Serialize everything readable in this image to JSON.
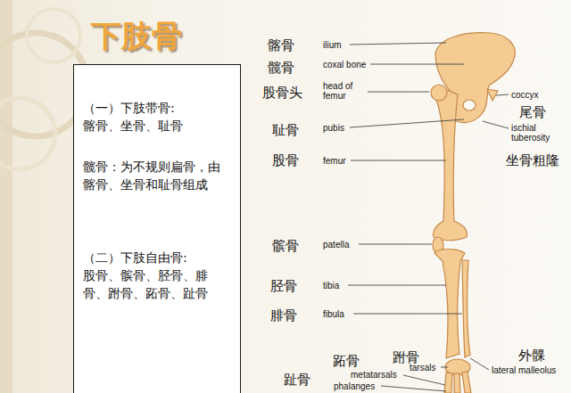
{
  "diagram": {
    "title": "下肢骨",
    "nodes": [
      {
        "text": [
          "（一）下肢带骨:",
          "髂骨、坐骨、耻骨",
          "髋骨：为不规则扁骨，由髂骨、坐骨和耻骨组成",
          "（二）下肢自由骨:",
          "股骨、髌骨、胫骨、腓骨、跗骨、跖骨、趾骨"
        ]
      }
    ],
    "labels": [
      "髂骨",
      "ilium",
      "髋骨",
      "coxal bone",
      "股骨头",
      "head of femur",
      "耻骨",
      "pubis",
      "股骨",
      "femur",
      "髌骨",
      "patella",
      "胫骨",
      "tibia",
      "腓骨",
      "fibula",
      "coccyx",
      "尾骨",
      "ischial tuberosity",
      "坐骨粗隆",
      "跖骨",
      "跗骨",
      "外髁",
      "metatarsals",
      "tarsals",
      "phalanges",
      "lateral malleolus",
      "趾骨"
    ]
  }
}
